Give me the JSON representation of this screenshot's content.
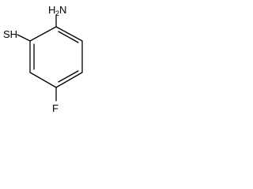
{
  "molecule": {
    "atoms": {
      "amine": {
        "symbol": "H",
        "subscript": "2",
        "element": "N"
      },
      "thiol": "SH",
      "fluorine": "F"
    },
    "colors": {
      "bond": "#000000",
      "label": "#000000",
      "background": "#ffffff"
    }
  }
}
